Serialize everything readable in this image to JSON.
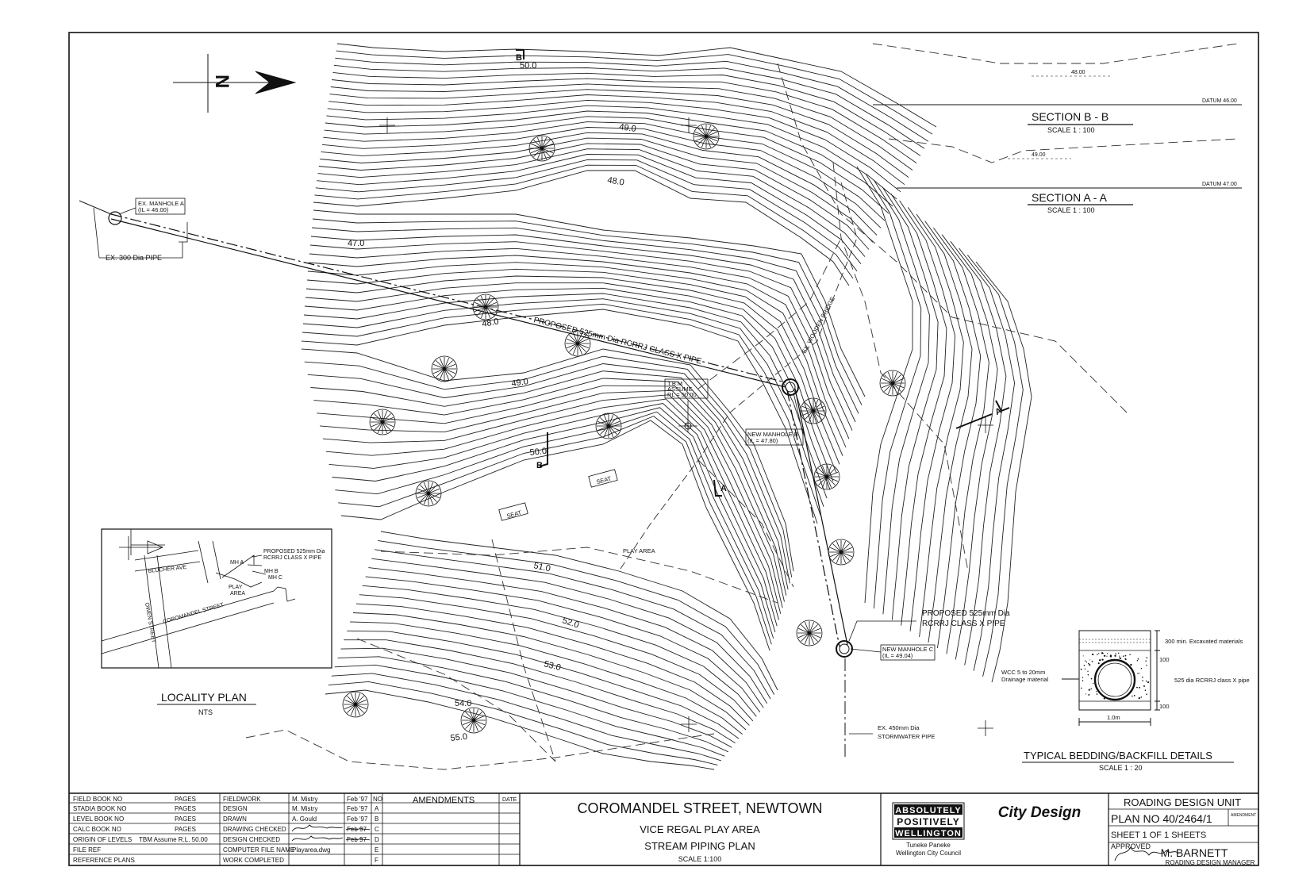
{
  "plan": {
    "north_label": "N",
    "contours": {
      "c47": "47.0",
      "c48a": "48.0",
      "c48b": "48.0",
      "c49a": "49.0",
      "c49b": "49.0",
      "c50a": "50.0",
      "c50b": "50.0",
      "c51": "51.0",
      "c52": "52.0",
      "c53": "53.0",
      "c54": "54.0",
      "c55": "55.0"
    },
    "section_marks": {
      "b_top": "B",
      "b_mid": "B",
      "a_left": "A",
      "a_right": "A"
    },
    "labels": {
      "ex_manhole_a_1": "EX. MANHOLE A",
      "ex_manhole_a_2": "(IL = 46.00)",
      "ex_pipe": "EX. 300 Dia PIPE",
      "proposed_pipe_diag": "PROPOSED 525mm Dia RCRRJ CLASS X PIPE",
      "tbm_1": "T.B.M",
      "tbm_2": "ASSUME",
      "tbm_3": "RL = 50.00",
      "new_manhole_b_1": "NEW MANHOLE B",
      "new_manhole_b_2": "(IL = 47.80)",
      "new_manhole_c_1": "NEW MANHOLE C",
      "new_manhole_c_2": "(IL = 49.04)",
      "proposed_pipe_1": "PROPOSED 525mm Dia",
      "proposed_pipe_2": "RCRRJ CLASS X PIPE",
      "ex_450_1": "EX. 450mm Dia",
      "ex_450_2": "STORMWATER PIPE",
      "play_area": "PLAY AREA",
      "seat_1": "SEAT",
      "seat_2": "SEAT",
      "wooden_bridge": "EX. WOODEN BRIDGE"
    }
  },
  "sections": {
    "b": {
      "title": "SECTION B - B",
      "scale": "SCALE 1 : 100",
      "datum": "DATUM 46.00",
      "level": "48.00"
    },
    "a": {
      "title": "SECTION A - A",
      "scale": "SCALE 1 : 100",
      "datum": "DATUM 47.00",
      "level": "49.00"
    }
  },
  "locality": {
    "title": "LOCALITY PLAN",
    "subtitle": "NTS",
    "proposed_1": "PROPOSED 525mm Dia",
    "proposed_2": "RCRRJ CLASS X PIPE",
    "mh_a": "MH A",
    "mh_b": "MH B",
    "mh_c": "MH C",
    "play_1": "PLAY",
    "play_2": "AREA",
    "blucher": "BLUCHER AVE",
    "coromandel": "COROMANDEL STREET",
    "owen": "OWEN STREET"
  },
  "bedding": {
    "title": "TYPICAL BEDDING/BACKFILL DETAILS",
    "scale": "SCALE 1 : 20",
    "excavated": "300 min. Excavated materials",
    "dim_100a": "100",
    "dim_100b": "100",
    "pipe": "525 dia RCRRJ class X pipe",
    "wcc_1": "WCC 5 to 20mm",
    "wcc_2": "Drainage material",
    "width": "1.0m"
  },
  "title_block": {
    "left_rows": [
      {
        "label": "FIELD BOOK NO",
        "pages": "PAGES"
      },
      {
        "label": "STADIA BOOK NO",
        "pages": "PAGES"
      },
      {
        "label": "LEVEL BOOK NO",
        "pages": "PAGES"
      },
      {
        "label": "CALC BOOK NO",
        "pages": "PAGES"
      },
      {
        "label": "ORIGIN OF LEVELS",
        "pages": "TBM Assume R.L. 50.00"
      },
      {
        "label": "FILE REF",
        "pages": ""
      },
      {
        "label": "REFERENCE PLANS",
        "pages": ""
      }
    ],
    "mid_rows": [
      {
        "label": "FIELDWORK",
        "name": "M. Mistry",
        "date": "Feb '97",
        "no": "NO"
      },
      {
        "label": "DESIGN",
        "name": "M. Mistry",
        "date": "Feb '97",
        "no": "A"
      },
      {
        "label": "DRAWN",
        "name": "A. Gould",
        "date": "Feb '97",
        "no": "B"
      },
      {
        "label": "DRAWING CHECKED",
        "name": "",
        "date": "Feb 97",
        "no": "C"
      },
      {
        "label": "DESIGN CHECKED",
        "name": "",
        "date": "Feb 97",
        "no": "D"
      },
      {
        "label": "COMPUTER FILE NAME",
        "name": "Playarea.dwg",
        "date": "",
        "no": "E"
      },
      {
        "label": "WORK COMPLETED",
        "name": "",
        "date": "",
        "no": "F"
      }
    ],
    "amendments": "AMENDMENTS",
    "date_col": "DATE",
    "project": "COROMANDEL STREET, NEWTOWN",
    "sub1": "VICE REGAL PLAY AREA",
    "sub2": "STREAM PIPING PLAN",
    "scale": "SCALE 1:100",
    "logo_1": "ABSOLUTELY",
    "logo_2": "POSITIVELY",
    "logo_3": "WELLINGTON",
    "council_1": "Tuneke Paneke",
    "council_2": "Wellington City Council",
    "city_design": "City Design",
    "unit": "ROADING DESIGN UNIT",
    "plan_no": "PLAN NO 40/2464/1",
    "amendment": "AMENDMENT",
    "sheet": "SHEET 1 OF 1 SHEETS",
    "approved": "APPROVED",
    "manager_name": "M. BARNETT",
    "manager_title": "ROADING DESIGN MANAGER"
  },
  "colors": {
    "ink": "#111111",
    "paper": "#ffffff"
  }
}
